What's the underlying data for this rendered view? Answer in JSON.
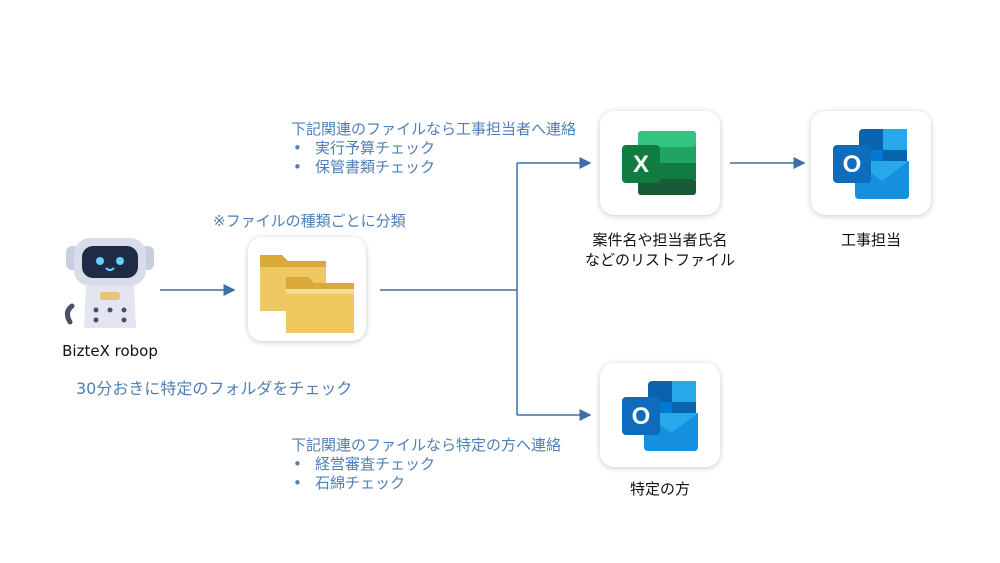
{
  "robot": {
    "label": "BizteX robop"
  },
  "check_note": "30分おきに特定のフォルダをチェック",
  "classify_note": "※ファイルの種類ごとに分類",
  "top_rule": {
    "title": "下記関連のファイルなら工事担当者へ連絡",
    "items": [
      "実行予算チェック",
      "保管書類チェック"
    ]
  },
  "bottom_rule": {
    "title": "下記関連のファイルなら特定の方へ連絡",
    "items": [
      "経営審査チェック",
      "石綿チェック"
    ]
  },
  "excel": {
    "line1": "案件名や担当者氏名",
    "line2": "などのリストファイル",
    "letter": "X"
  },
  "outlook_top": {
    "label": "工事担当",
    "letter": "O"
  },
  "outlook_bottom": {
    "label": "特定の方",
    "letter": "O"
  },
  "colors": {
    "accent_text": "#4f7fb8",
    "arrow": "#3f6fa8",
    "excel_green": "#1f7a45",
    "outlook_blue": "#0f6cbd",
    "folder": "#e6b94c"
  }
}
